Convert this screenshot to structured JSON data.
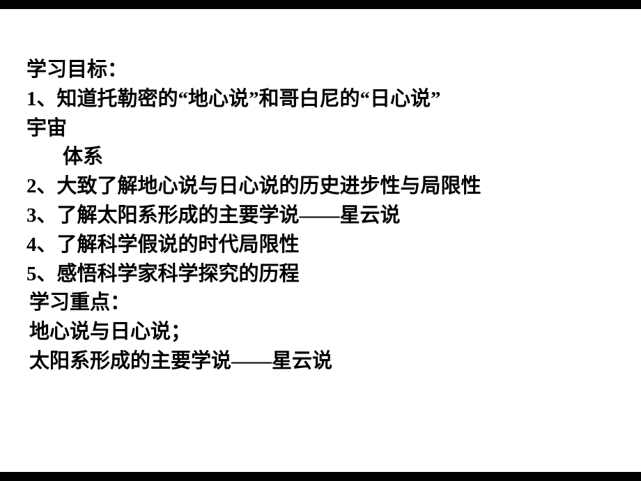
{
  "slide": {
    "background_color": "#ffffff",
    "border_bar_color": "#000000",
    "text_color": "#000000",
    "lines": [
      {
        "text": "学习目标："
      },
      {
        "text": "1、知道托勒密的“地心说”和哥白尼的“日心说”"
      },
      {
        "text": "宇宙"
      },
      {
        "text": "体系"
      },
      {
        "text": "2、大致了解地心说与日心说的历史进步性与局限性"
      },
      {
        "text": "3、了解太阳系形成的主要学说——星云说"
      },
      {
        "text": "4、了解科学假说的时代局限性"
      },
      {
        "text": "5、感悟科学家科学探究的历程"
      },
      {
        "text": "学习重点："
      },
      {
        "text": "地心说与日心说；"
      },
      {
        "text": "太阳系形成的主要学说——星云说"
      }
    ]
  }
}
